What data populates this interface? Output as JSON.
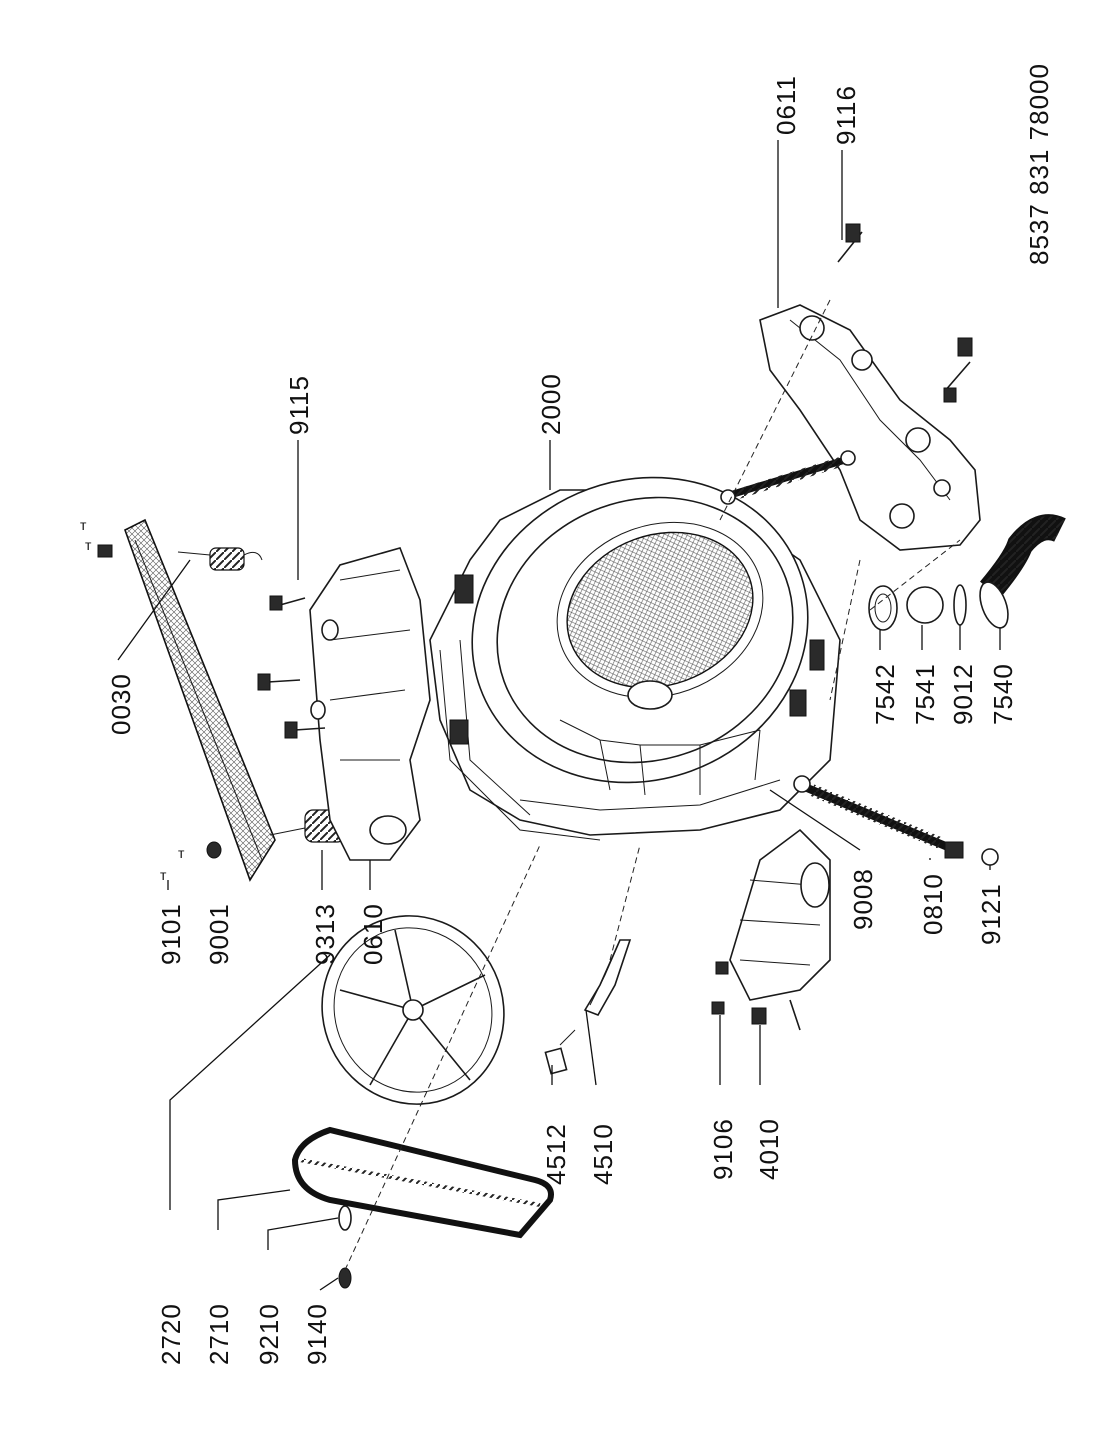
{
  "diagram": {
    "doc_number": "8537 831 78000",
    "callouts": [
      {
        "id": "0611",
        "text": "0611"
      },
      {
        "id": "9116",
        "text": "9116"
      },
      {
        "id": "9115",
        "text": "9115"
      },
      {
        "id": "2000",
        "text": "2000"
      },
      {
        "id": "0030",
        "text": "0030"
      },
      {
        "id": "9101",
        "text": "9101"
      },
      {
        "id": "9001",
        "text": "9001"
      },
      {
        "id": "9313",
        "text": "9313"
      },
      {
        "id": "0610",
        "text": "0610"
      },
      {
        "id": "7542",
        "text": "7542"
      },
      {
        "id": "7541",
        "text": "7541"
      },
      {
        "id": "9012",
        "text": "9012"
      },
      {
        "id": "7540",
        "text": "7540"
      },
      {
        "id": "9008",
        "text": "9008"
      },
      {
        "id": "0810",
        "text": "0810"
      },
      {
        "id": "9121",
        "text": "9121"
      },
      {
        "id": "2720",
        "text": "2720"
      },
      {
        "id": "2710",
        "text": "2710"
      },
      {
        "id": "9210",
        "text": "9210"
      },
      {
        "id": "9140",
        "text": "9140"
      },
      {
        "id": "4512",
        "text": "4512"
      },
      {
        "id": "4510",
        "text": "4510"
      },
      {
        "id": "9106",
        "text": "9106"
      },
      {
        "id": "4010",
        "text": "4010"
      }
    ]
  }
}
